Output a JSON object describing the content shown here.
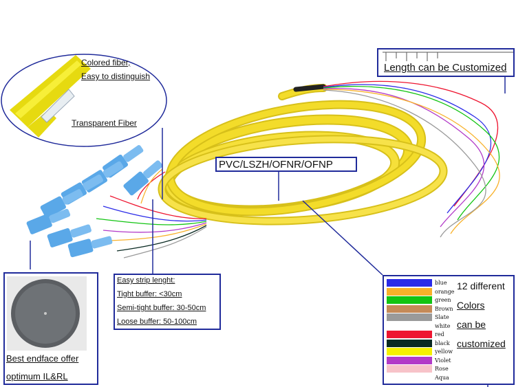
{
  "labels": {
    "length": "Length can be Customized",
    "pvc": "PVC/LSZH/OFNR/OFNP",
    "colored_fiber_1": "Colored fiber,",
    "colored_fiber_2": "Easy to distinguish",
    "transparent_fiber": "Transparent Fiber",
    "strip_title": "Easy strip lenght:",
    "strip_tight": "Tight buffer: <30cm",
    "strip_semi": "Semi-tight buffer: 30-50cm",
    "strip_loose": "Loose buffer: 50-100cm",
    "endface_1": "Best endface offer",
    "endface_2": "optimum IL&RL",
    "colors_1": "12 different",
    "colors_2": "Colors",
    "colors_3": "can be",
    "colors_4": "customized"
  },
  "fiber_colors": [
    {
      "name": "blue",
      "hex": "#2b2be8"
    },
    {
      "name": "orange",
      "hex": "#f8b12a"
    },
    {
      "name": "green",
      "hex": "#12c412"
    },
    {
      "name": "Brown",
      "hex": "#c58a58"
    },
    {
      "name": "Slate",
      "hex": "#9a9a9a"
    },
    {
      "name": "white",
      "hex": "#ffffff"
    },
    {
      "name": "red",
      "hex": "#ee1530"
    },
    {
      "name": "black",
      "hex": "#0a2a22"
    },
    {
      "name": "yellow",
      "hex": "#f5f000"
    },
    {
      "name": "Violet",
      "hex": "#b23ac8"
    },
    {
      "name": "Rose",
      "hex": "#f7c3c9"
    },
    {
      "name": "Aqua",
      "hex": "#ffffff"
    }
  ],
  "colors": {
    "frame": "#1f2a9a",
    "cable": "#f3dc2a",
    "connector": "#5aa8e8"
  }
}
